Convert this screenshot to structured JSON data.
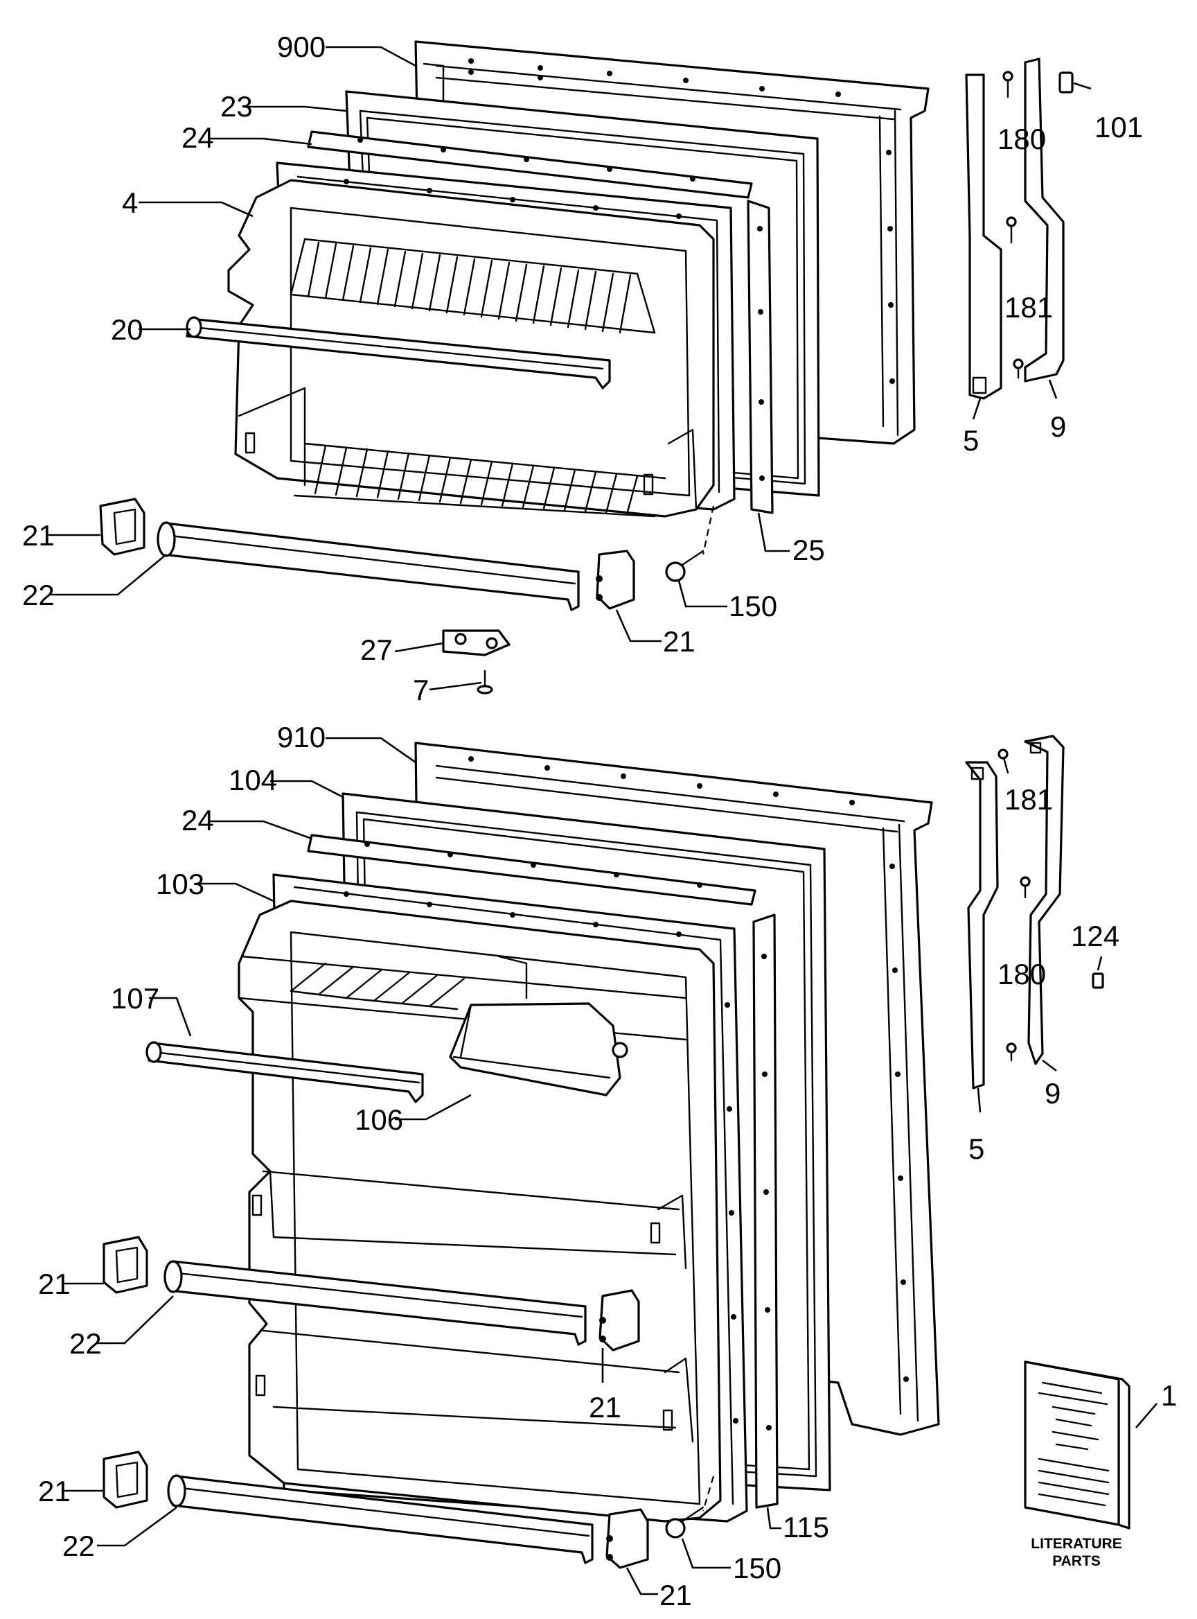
{
  "upper_assembly": {
    "callouts": {
      "p900": "900",
      "p23": "23",
      "p24": "24",
      "p4": "4",
      "p20": "20",
      "p21a": "21",
      "p22": "22",
      "p21b": "21",
      "p27": "27",
      "p7": "7",
      "p150": "150",
      "p25": "25",
      "p180": "180",
      "p181": "181",
      "p101": "101",
      "p5": "5",
      "p9": "9"
    }
  },
  "lower_assembly": {
    "callouts": {
      "p910": "910",
      "p104": "104",
      "p24": "24",
      "p103": "103",
      "p107": "107",
      "p106": "106",
      "p21a": "21",
      "p22a": "22",
      "p21b": "21",
      "p21c": "21",
      "p22b": "22",
      "p21d": "21",
      "p150": "150",
      "p115": "115",
      "p181": "181",
      "p180": "180",
      "p124": "124",
      "p5": "5",
      "p9": "9"
    }
  },
  "literature": {
    "callout": "1",
    "caption_line1": "LITERATURE",
    "caption_line2": "PARTS"
  }
}
